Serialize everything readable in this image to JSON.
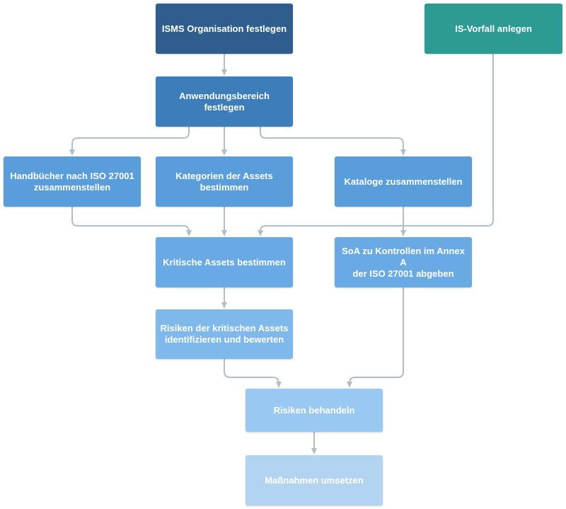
{
  "colors": {
    "level1": "#2f5e8e",
    "level2": "#3c7dba",
    "level3": "#5a9ddb",
    "level4": "#6aaae4",
    "level5": "#7fb8ea",
    "level6": "#99c8f2",
    "level7": "#b2d4f0",
    "incident": "#2e9b92",
    "connector": "#b0bec8"
  },
  "nodes": {
    "isms_org": {
      "label": "ISMS Organisation festlegen"
    },
    "is_vorfall": {
      "label": "IS-Vorfall anlegen"
    },
    "anwendungsbereich": {
      "label_line1": "Anwendungsbereich",
      "label_line2": "festlegen"
    },
    "handbuecher": {
      "label_line1": "Handbücher nach ISO 27001",
      "label_line2": "zusammenstellen"
    },
    "kategorien": {
      "label_line1": "Kategorien der Assets",
      "label_line2": "bestimmen"
    },
    "kataloge": {
      "label": "Kataloge zusammenstellen"
    },
    "kritische_assets": {
      "label": "Kritische Assets bestimmen"
    },
    "soa": {
      "label_line1": "SoA zu Kontrollen im Annex A",
      "label_line2": "der ISO 27001 abgeben"
    },
    "risiken_identifizieren": {
      "label_line1": "Risiken der kritischen Assets",
      "label_line2": "identifizieren und bewerten"
    },
    "risiken_behandeln": {
      "label": "Risiken behandeln"
    },
    "massnahmen": {
      "label": "Maßnahmen umsetzen"
    }
  }
}
